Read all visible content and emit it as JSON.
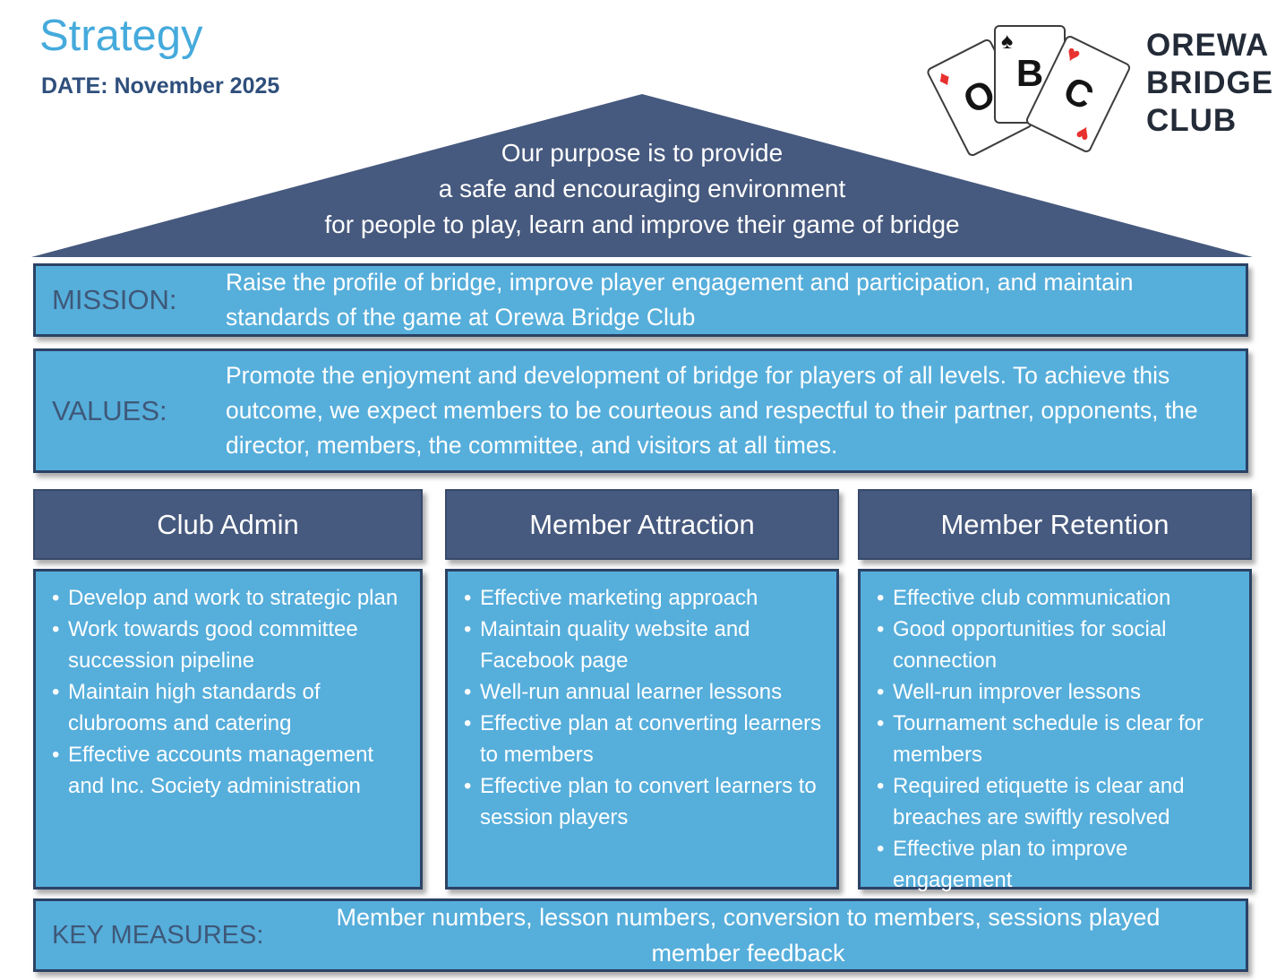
{
  "header": {
    "title": "Strategy",
    "date": "DATE: November 2025"
  },
  "logo": {
    "name_lines": [
      "OREWA",
      "BRIDGE",
      "CLUB"
    ],
    "cards": [
      {
        "letter": "O",
        "suit": "♦",
        "suit_name": "diamond"
      },
      {
        "letter": "B",
        "suit": "♠",
        "suit_name": "spade"
      },
      {
        "letter": "C",
        "suit": "♥",
        "suit_name": "heart"
      }
    ]
  },
  "purpose": {
    "lines": [
      "Our purpose is to provide",
      "a safe and encouraging environment",
      "for people to play, learn and improve their game of bridge"
    ]
  },
  "mission": {
    "label": "MISSION:",
    "text": "Raise the profile of bridge, improve player engagement and participation, and maintain standards of the game at Orewa Bridge Club"
  },
  "values": {
    "label": "VALUES:",
    "text": "Promote the enjoyment and development of bridge for players of all levels. To achieve this outcome, we expect members to be courteous and respectful to their partner, opponents, the director, members, the committee, and visitors at all times."
  },
  "pillars": [
    {
      "title": "Club Admin",
      "items": [
        "Develop and work to strategic plan",
        "Work towards good committee succession pipeline",
        "Maintain high standards of clubrooms and catering",
        "Effective accounts management and Inc. Society administration"
      ]
    },
    {
      "title": "Member Attraction",
      "items": [
        "Effective marketing approach",
        "Maintain quality website and Facebook page",
        "Well-run annual learner lessons",
        "Effective plan at converting learners to members",
        "Effective plan to convert learners to session players"
      ]
    },
    {
      "title": "Member Retention",
      "items": [
        "Effective club communication",
        "Good opportunities for social connection",
        "Well-run improver lessons",
        "Tournament schedule is clear for members",
        "Required etiquette is clear and breaches are swiftly resolved",
        "Effective plan to improve engagement"
      ]
    }
  ],
  "key_measures": {
    "label": "KEY MEASURES:",
    "lines": [
      "Member numbers, lesson numbers, conversion to members, sessions played",
      "member feedback"
    ]
  },
  "colors": {
    "accent_light_blue": "#56aedb",
    "accent_dark_slate": "#46597e",
    "box_border_navy": "#2b4265",
    "title_blue": "#45aadc",
    "label_navy": "#3e5878",
    "logo_text_navy": "#232b38",
    "suit_red": "#e8312e",
    "suit_black": "#141414"
  }
}
